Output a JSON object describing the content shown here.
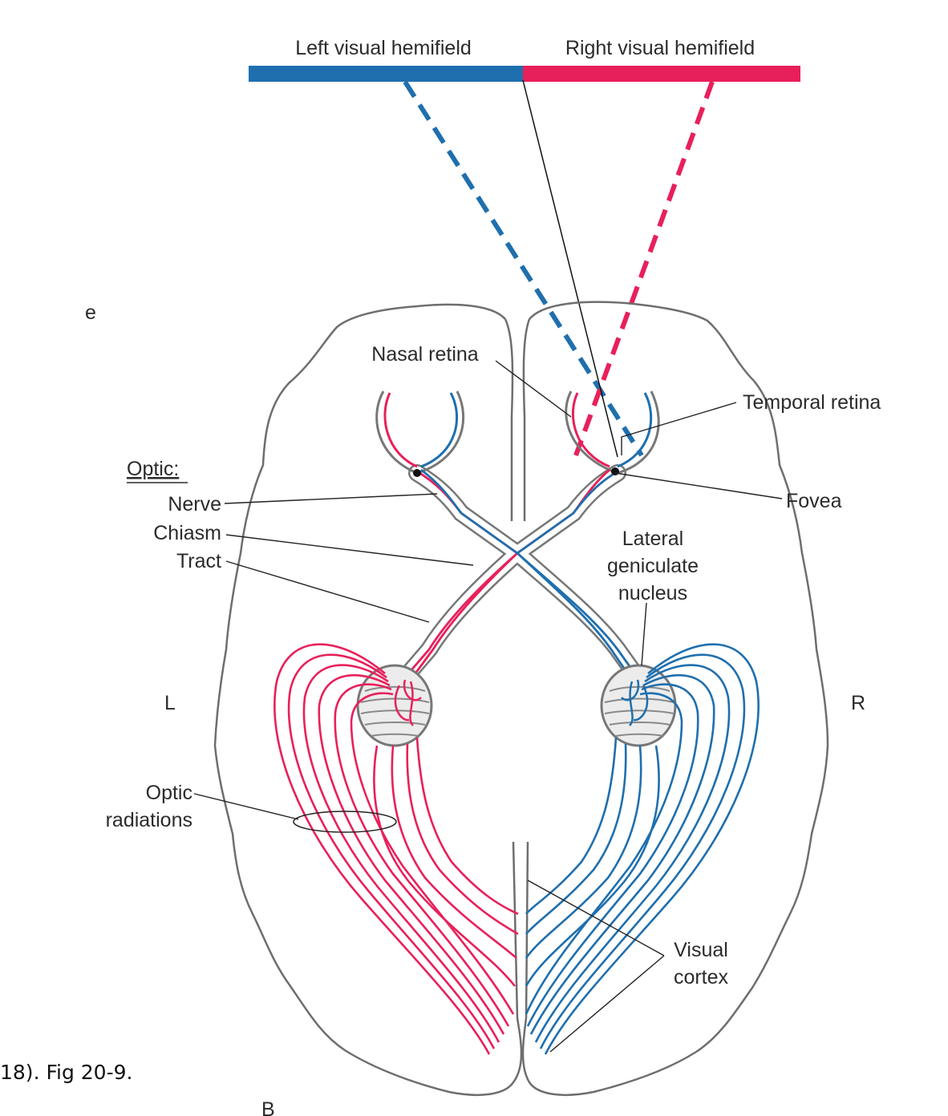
{
  "labels": {
    "left_hemifield": "Left visual hemifield",
    "right_hemifield": "Right visual hemifield",
    "nasal_retina": "Nasal retina",
    "temporal_retina": "Temporal retina",
    "optic_heading": "Optic:",
    "nerve": "Nerve",
    "chiasm": "Chiasm",
    "tract": "Tract",
    "fovea": "Fovea",
    "lgn_line1": "Lateral",
    "lgn_line2": "geniculate",
    "lgn_line3": "nucleus",
    "side_left": "L",
    "side_right": "R",
    "optic_rad_line1": "Optic",
    "optic_rad_line2": "radiations",
    "visual_cortex_line1": "Visual",
    "visual_cortex_line2": "cortex",
    "fragment_top": "e",
    "fragment_bottom": "B",
    "caption": "18). Fig 20-9."
  },
  "colors": {
    "left_field": "#1f6fae",
    "right_field": "#e8205a",
    "brain_outline": "#6e6e6e",
    "label_text": "#2b2b2b"
  }
}
